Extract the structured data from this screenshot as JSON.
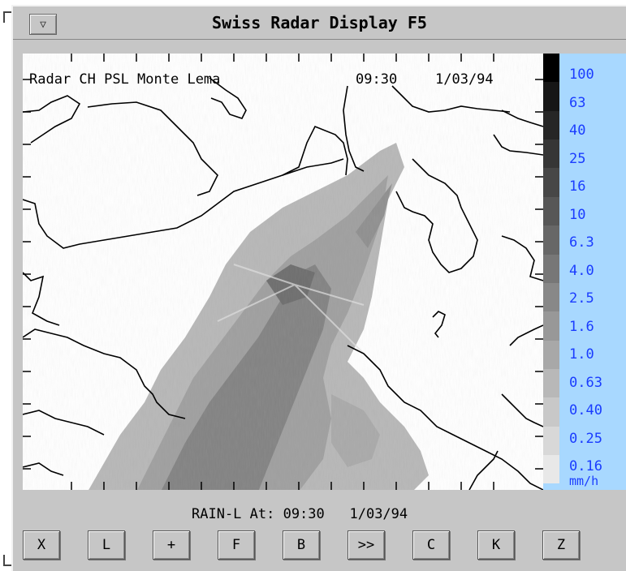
{
  "window": {
    "title": "Swiss Radar Display F5"
  },
  "map": {
    "station_label": "Radar CH PSL Monte Lema",
    "time": "09:30",
    "date": "1/03/94"
  },
  "scale": {
    "labels": [
      "100",
      "63",
      "40",
      "25",
      "16",
      "10",
      "6.3",
      "4.0",
      "2.5",
      "1.6",
      "1.0",
      "0.63",
      "0.40",
      "0.25",
      "0.16"
    ],
    "unit": "mm/h",
    "colors": [
      "#000000",
      "#161616",
      "#262626",
      "#363636",
      "#474747",
      "#575757",
      "#676767",
      "#777777",
      "#888888",
      "#989898",
      "#a8a8a8",
      "#b8b8b8",
      "#c8c8c8",
      "#d8d8d8",
      "#e8e8e8"
    ]
  },
  "status": {
    "product": "RAIN-L At: 09:30",
    "date": "1/03/94"
  },
  "buttons": [
    "X",
    "L",
    "+",
    "F",
    "B",
    ">>",
    "C",
    "K",
    "Z"
  ],
  "icons": {
    "window_menu": "triangle-down-icon"
  }
}
